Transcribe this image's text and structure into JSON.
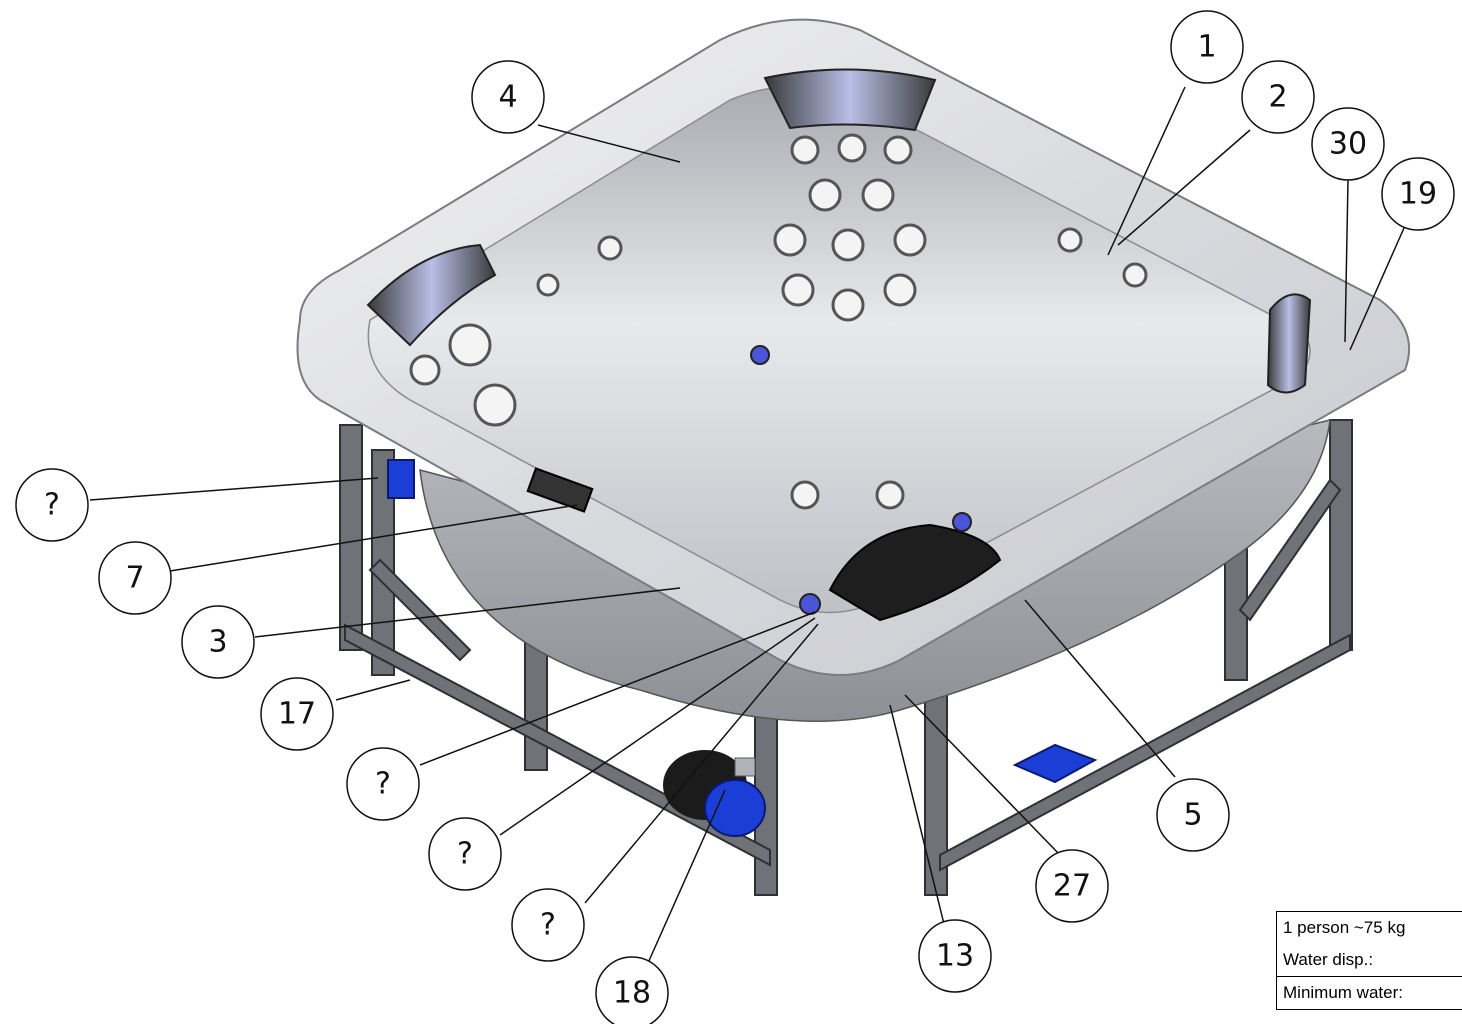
{
  "callouts": [
    {
      "id": "c1",
      "label": "1"
    },
    {
      "id": "c2",
      "label": "2"
    },
    {
      "id": "c30",
      "label": "30"
    },
    {
      "id": "c19",
      "label": "19"
    },
    {
      "id": "c4",
      "label": "4"
    },
    {
      "id": "cq1",
      "label": "?"
    },
    {
      "id": "c7",
      "label": "7"
    },
    {
      "id": "c3",
      "label": "3"
    },
    {
      "id": "c17",
      "label": "17"
    },
    {
      "id": "cq2",
      "label": "?"
    },
    {
      "id": "cq3",
      "label": "?"
    },
    {
      "id": "cq4",
      "label": "?"
    },
    {
      "id": "c18",
      "label": "18"
    },
    {
      "id": "c13",
      "label": "13"
    },
    {
      "id": "c27",
      "label": "27"
    },
    {
      "id": "c5",
      "label": "5"
    }
  ],
  "info_table": {
    "row1": "1 person ~75 kg",
    "row2": "Water disp.:",
    "row3": "Minimum water:"
  },
  "colors": {
    "shell": "#e6e7ea",
    "frame": "#6f7377",
    "accent_blue": "#1b3fd6",
    "pillow": "#2a2a2a",
    "pillow_light": "#b9bfe6"
  }
}
